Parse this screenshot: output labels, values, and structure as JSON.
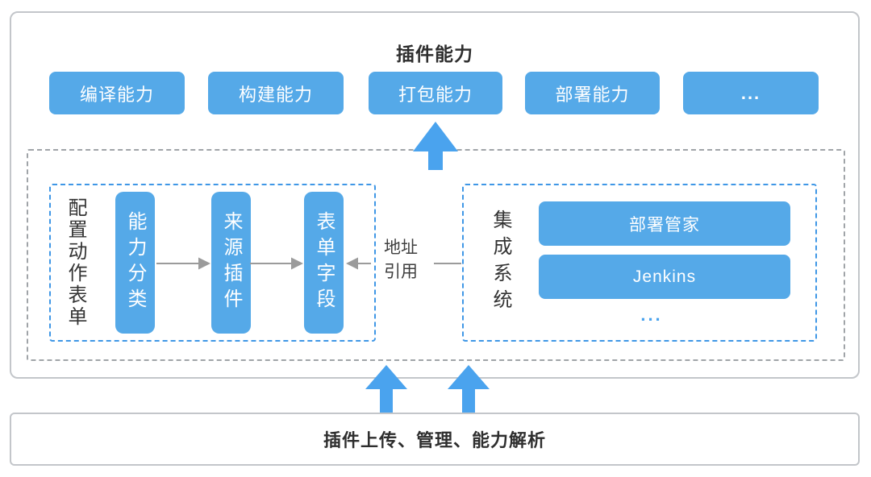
{
  "colors": {
    "accent": "#55a9e8",
    "arrow_blue": "#4aa3ee",
    "panel_dash_blue": "#3f97e6",
    "container_dash_gray": "#a0a4a8",
    "connector_gray": "#9b9b9b"
  },
  "header": {
    "title": "插件能力"
  },
  "capabilities": [
    "编译能力",
    "构建能力",
    "打包能力",
    "部署能力",
    "..."
  ],
  "action_form_panel": {
    "label": "配置动作表单",
    "steps": [
      "能力分类",
      "来源插件",
      "表单字段"
    ]
  },
  "address_reference": {
    "label": "地址引用"
  },
  "integration_panel": {
    "label": "集成系统",
    "systems": [
      "部署管家",
      "Jenkins"
    ],
    "more": "..."
  },
  "bottom_bar": {
    "label": "插件上传、管理、能力解析"
  }
}
